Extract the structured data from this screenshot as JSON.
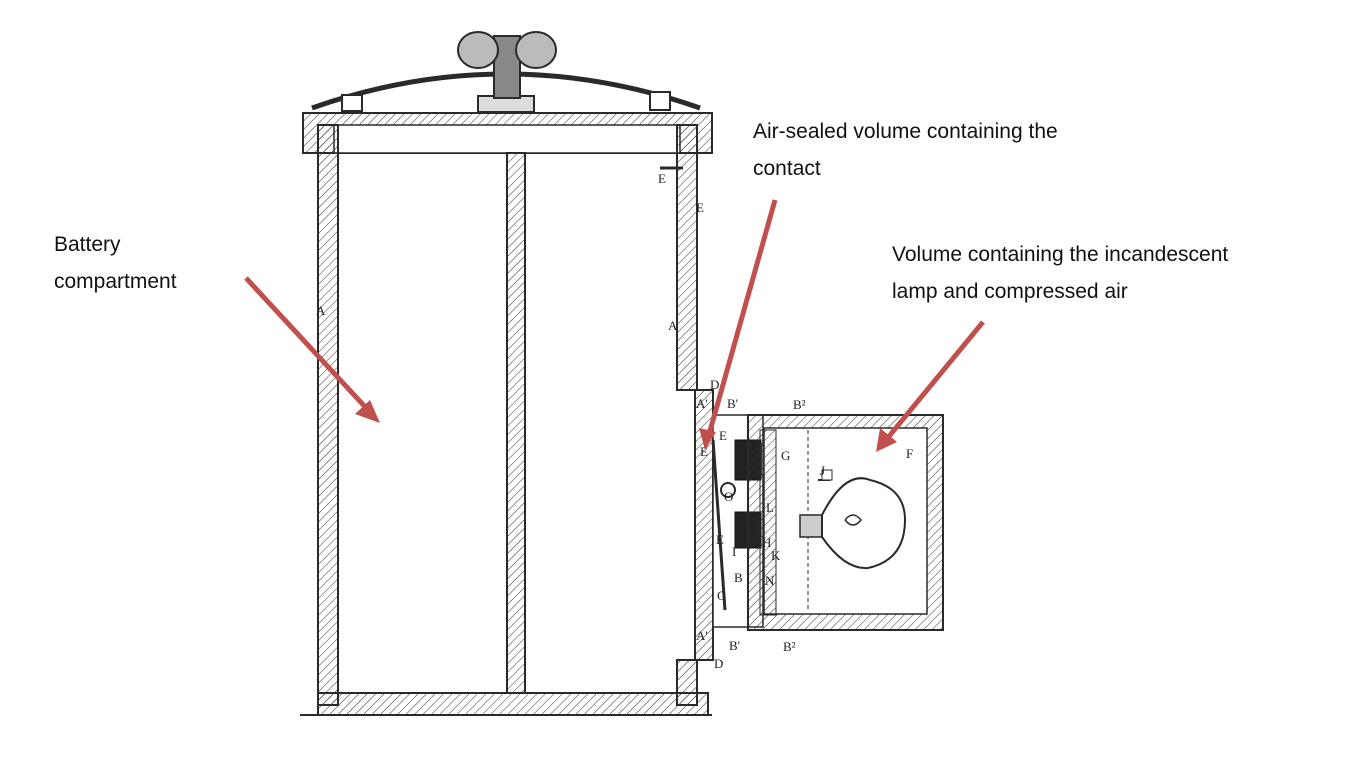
{
  "callouts": {
    "battery": [
      "Battery",
      "compartment"
    ],
    "air_sealed": [
      "Air-sealed volume containing the",
      "contact"
    ],
    "lamp": [
      "Volume containing the incandescent",
      "lamp and compressed air"
    ]
  },
  "part_labels": {
    "a_left": "A",
    "a_right": "A",
    "e_top": "E",
    "e_side": "E",
    "d_top": "D",
    "d_bottom": "D",
    "a1_top": "A'",
    "a1_bottom": "A'",
    "b1_top": "B'",
    "b1_bottom": "B'",
    "b2_top": "B²",
    "b2_bottom": "B²",
    "e_contact": "E",
    "e_contact2": "E",
    "e_lower": "E",
    "g": "G",
    "j": "J",
    "f": "F",
    "o": "O",
    "i": "I",
    "h": "H",
    "k": "K",
    "b": "B",
    "n": "N",
    "c": "C",
    "l": "L"
  },
  "colors": {
    "arrow": "#c0504d",
    "ink": "#2a2a2a",
    "paper": "#ffffff"
  }
}
